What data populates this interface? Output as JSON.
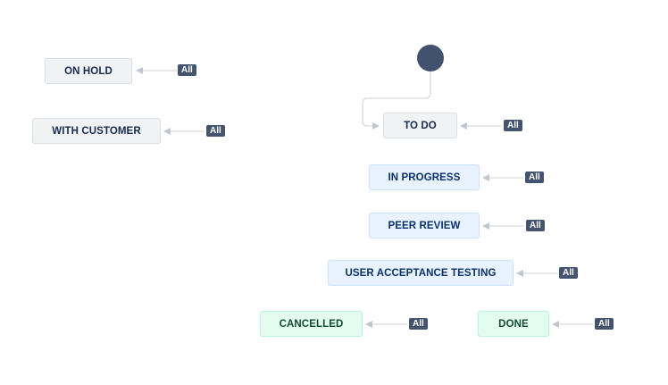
{
  "statuses": {
    "on_hold": "ON HOLD",
    "with_customer": "WITH CUSTOMER",
    "to_do": "TO DO",
    "in_progress": "IN PROGRESS",
    "peer_review": "PEER REVIEW",
    "user_acceptance_testing": "USER ACCEPTANCE TESTING",
    "cancelled": "CANCELLED",
    "done": "DONE"
  },
  "transition_label": "All",
  "colors": {
    "todo_bg": "#f1f2f4",
    "in_progress_bg": "#e9f2ff",
    "done_bg": "#e3fcef",
    "badge_bg": "#44546f",
    "start_node": "#42526e",
    "connector": "#c1c7d0"
  }
}
